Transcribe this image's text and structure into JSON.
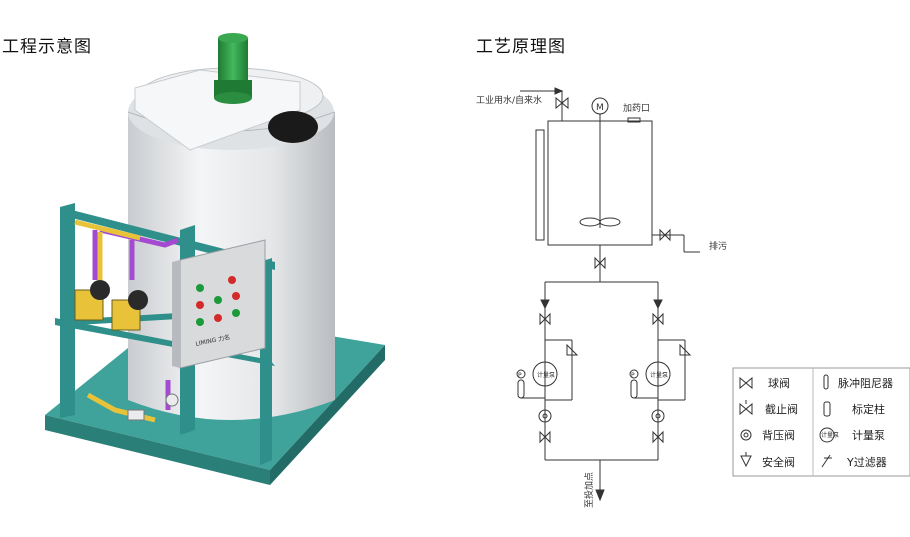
{
  "titles": {
    "left": "工程示意图",
    "right": "工艺原理图"
  },
  "schematic": {
    "inlet_label": "工业用水/自来水",
    "dosing_port_label": "加药口",
    "motor_symbol": "M",
    "drain_label": "排污",
    "outlet_label": "至投加点",
    "pump_symbol": "计量泵",
    "gauge_symbol": "P"
  },
  "equipment": {
    "brand_plate": "LIMING 力名"
  },
  "legend": {
    "items": [
      {
        "icon": "ball-valve-icon",
        "label": "球阀"
      },
      {
        "icon": "pulse-damper-icon",
        "label": "脉冲阻尼器"
      },
      {
        "icon": "stop-valve-icon",
        "label": "截止阀"
      },
      {
        "icon": "calibration-column-icon",
        "label": "标定柱"
      },
      {
        "icon": "back-pressure-valve-icon",
        "label": "背压阀"
      },
      {
        "icon": "metering-pump-icon",
        "label": "计量泵",
        "symbol": "计量泵"
      },
      {
        "icon": "safety-valve-icon",
        "label": "安全阀"
      },
      {
        "icon": "y-strainer-icon",
        "label": "Y过滤器"
      }
    ]
  },
  "colors": {
    "frame_teal": "#2f8f8a",
    "base_teal": "#3a9e98",
    "tank_white": "#e9ecef",
    "motor_green": "#2e9b45",
    "pipe_purple": "#a44ad0",
    "pipe_yellow": "#e8c33a",
    "panel_gray": "#d8dadc"
  }
}
